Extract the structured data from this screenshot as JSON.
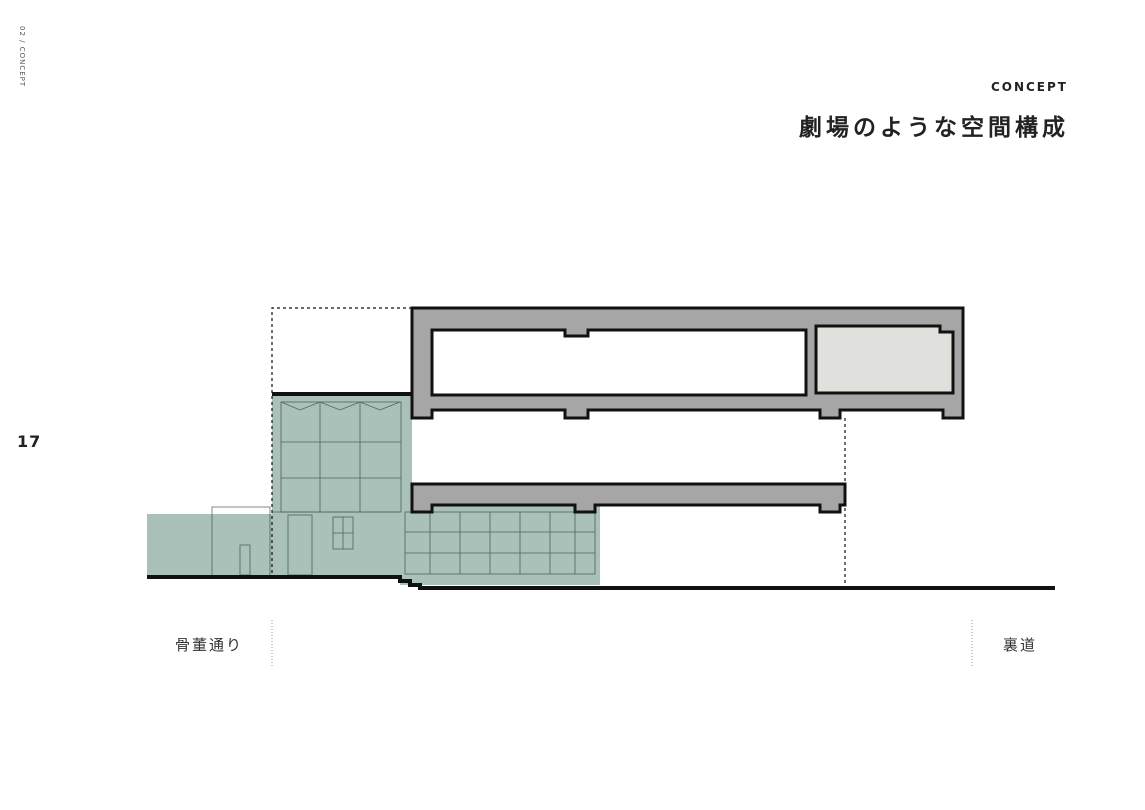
{
  "side_label": "02 / CONCEPT",
  "page_number": "17",
  "header": {
    "kicker": "CONCEPT",
    "title": "劇場のような空間構成"
  },
  "diagram": {
    "left_label": "骨董通り",
    "right_label": "裏道",
    "colors": {
      "slab": "#a6a6a6",
      "room": "#e0e0dc",
      "existing": "#a9c1b9",
      "line": "#111111"
    }
  }
}
